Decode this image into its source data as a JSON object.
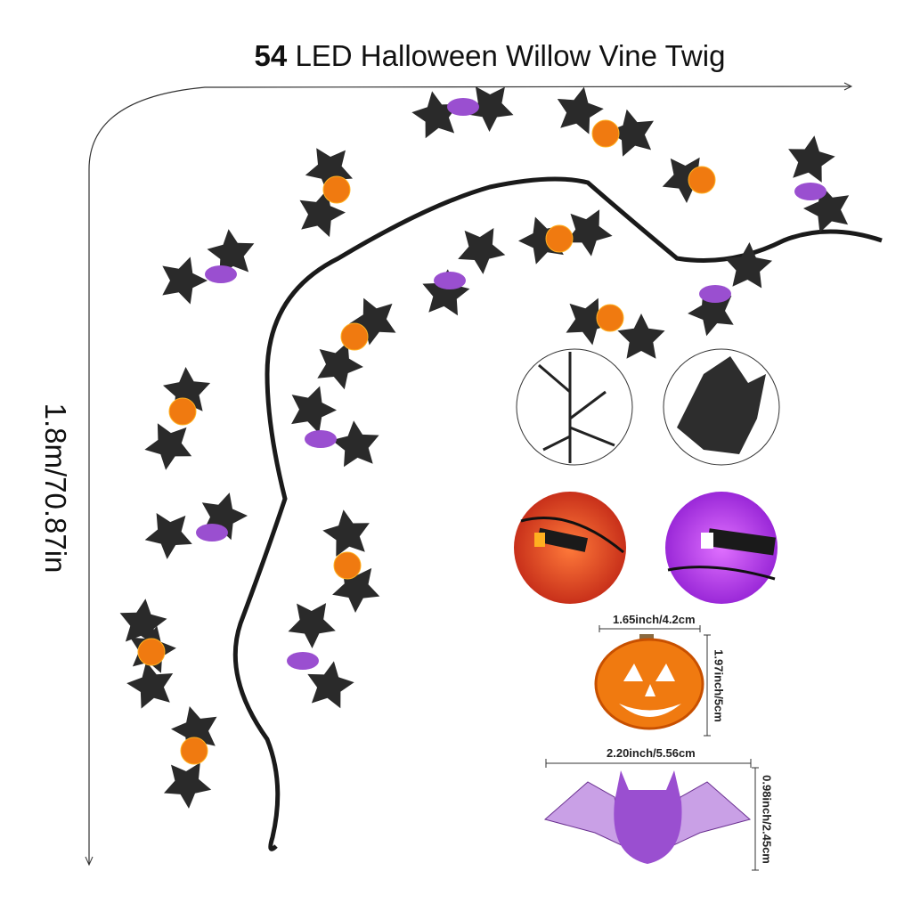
{
  "title": {
    "count": "54",
    "text": "LED Halloween Willow Vine Twig"
  },
  "length_label": "1.8m/70.87in",
  "pumpkin": {
    "width_label": "1.65inch/4.2cm",
    "height_label": "1.97inch/5cm"
  },
  "bat": {
    "width_label": "2.20inch/5.56cm",
    "height_label": "0.98inch/2.45cm"
  },
  "colors": {
    "leaf": "#2a2a2a",
    "pumpkin": "#f07a10",
    "bat": "#9a4fd0",
    "orange_glow": "#e8431e",
    "purple_glow": "#b23be8"
  }
}
